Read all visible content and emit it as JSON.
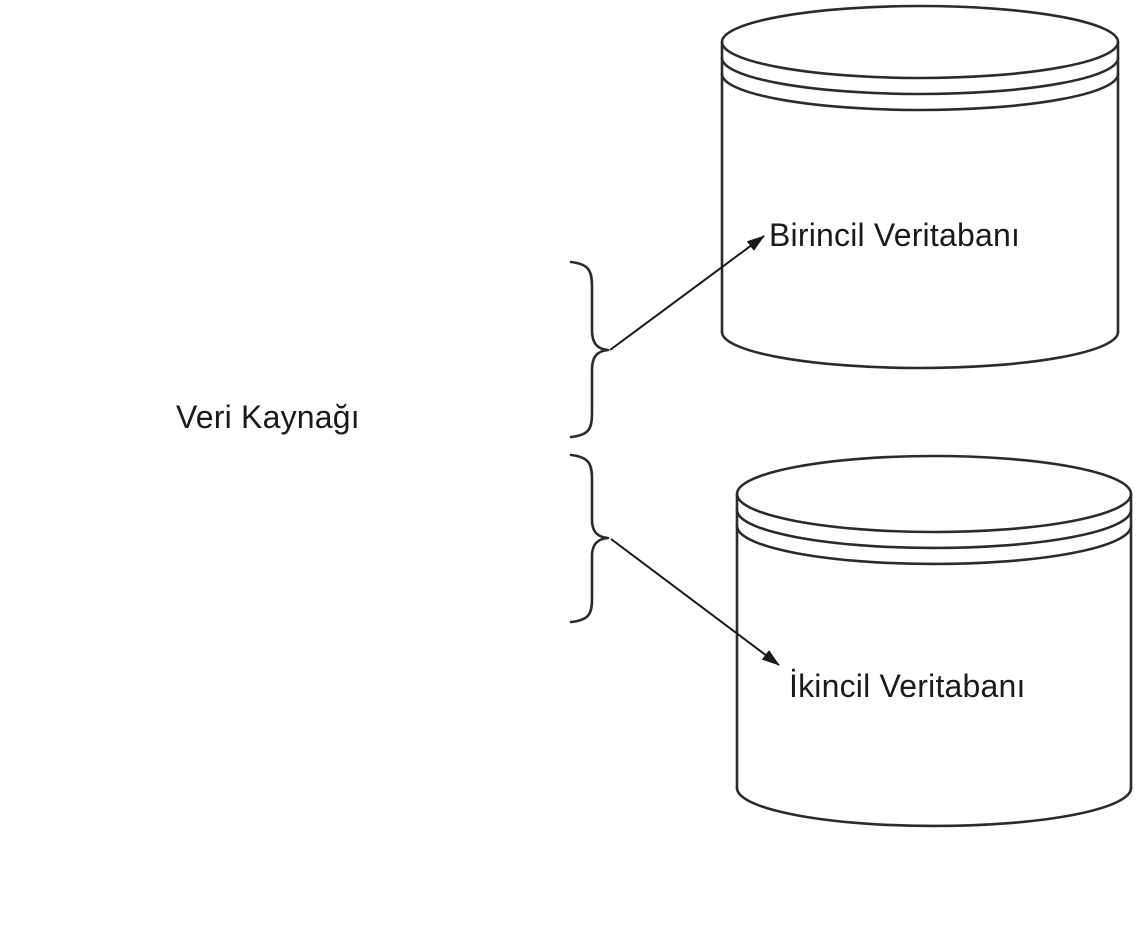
{
  "diagram": {
    "source_label": "Veri Kaynağı",
    "primary_db_label": "Birincil Veritabanı",
    "secondary_db_label": "İkincil Veritabanı",
    "colors": {
      "stroke": "#2b2b2b",
      "arrow": "#1a1a1a",
      "background": "#ffffff",
      "text": "#1a1a1a"
    }
  }
}
